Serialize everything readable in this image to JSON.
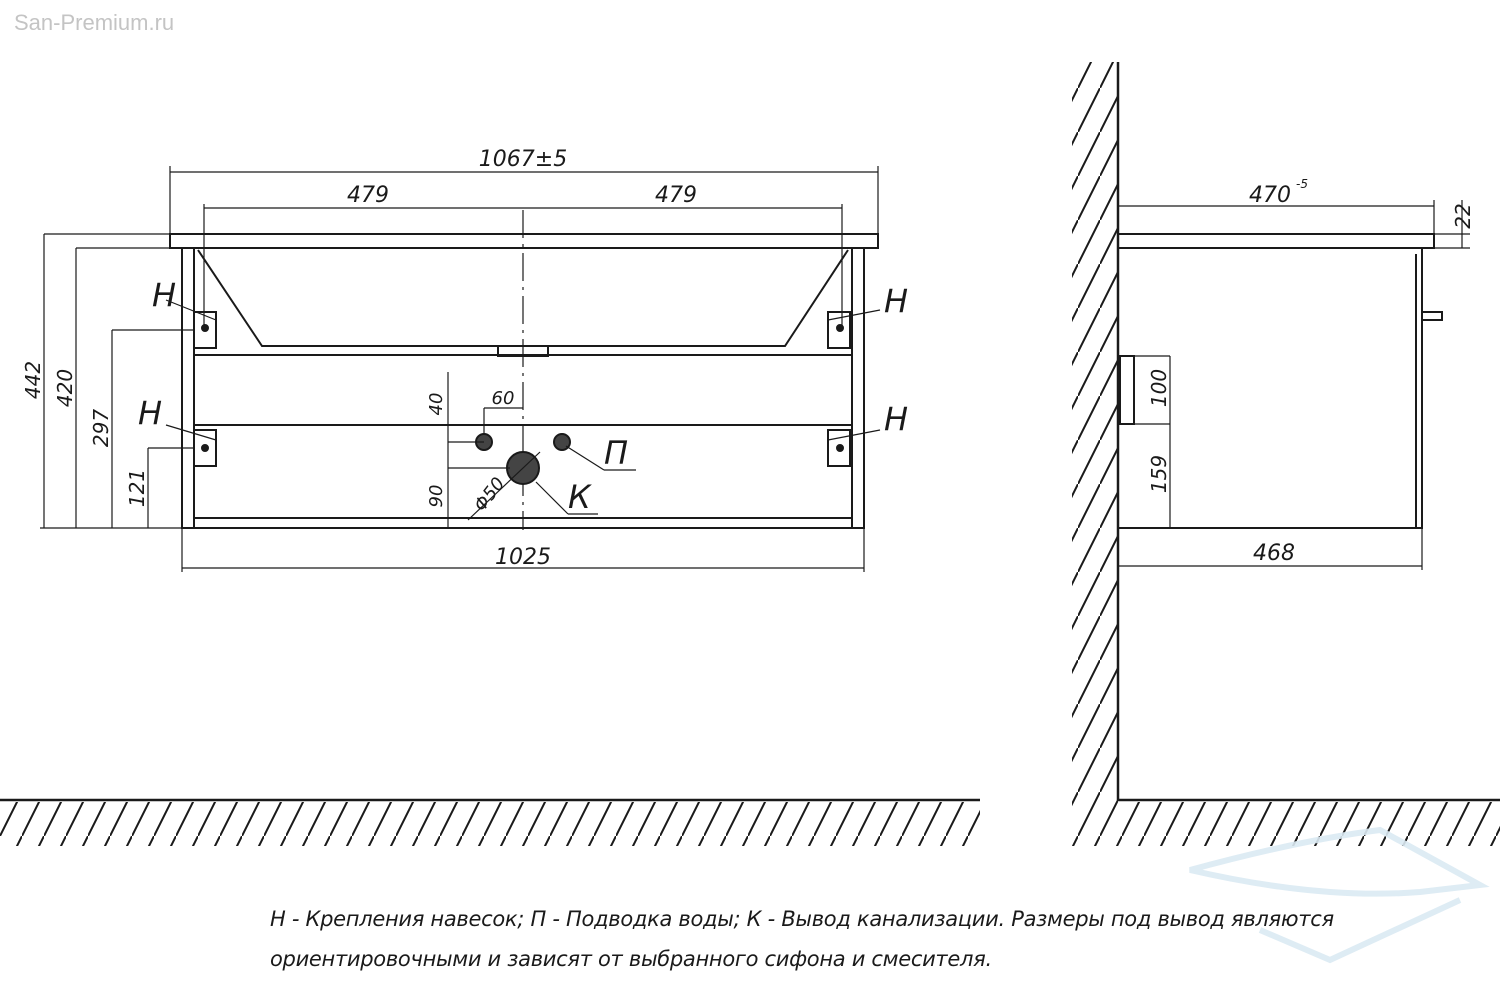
{
  "watermark": "San-Premium.ru",
  "front_view": {
    "width_total": "1067±5",
    "half_left": "479",
    "half_right": "479",
    "height_total": "442",
    "height_body": "420",
    "height_upper_mount": "297",
    "height_lower_mount": "121",
    "width_bottom": "1025",
    "drain_offset_v": "40",
    "drain_offset_h": "60",
    "drain_height": "90",
    "drain_diameter": "Φ50",
    "mount_label": "Н",
    "water_label": "П",
    "sewer_label": "К"
  },
  "side_view": {
    "depth_top": "470",
    "depth_top_tol": "-5",
    "top_thickness": "22",
    "niche_height": "100",
    "niche_bottom": "159",
    "depth_bottom": "468"
  },
  "legend": {
    "line1": "Н - Крепления навесок; П - Подводка воды; К - Вывод канализации. Размеры под вывод являются",
    "line2": "ориентировочными и зависят от выбранного сифона и смесителя."
  },
  "colors": {
    "line": "#1a1a1a",
    "hole": "#444444",
    "watermark": "#c4c4c4"
  }
}
